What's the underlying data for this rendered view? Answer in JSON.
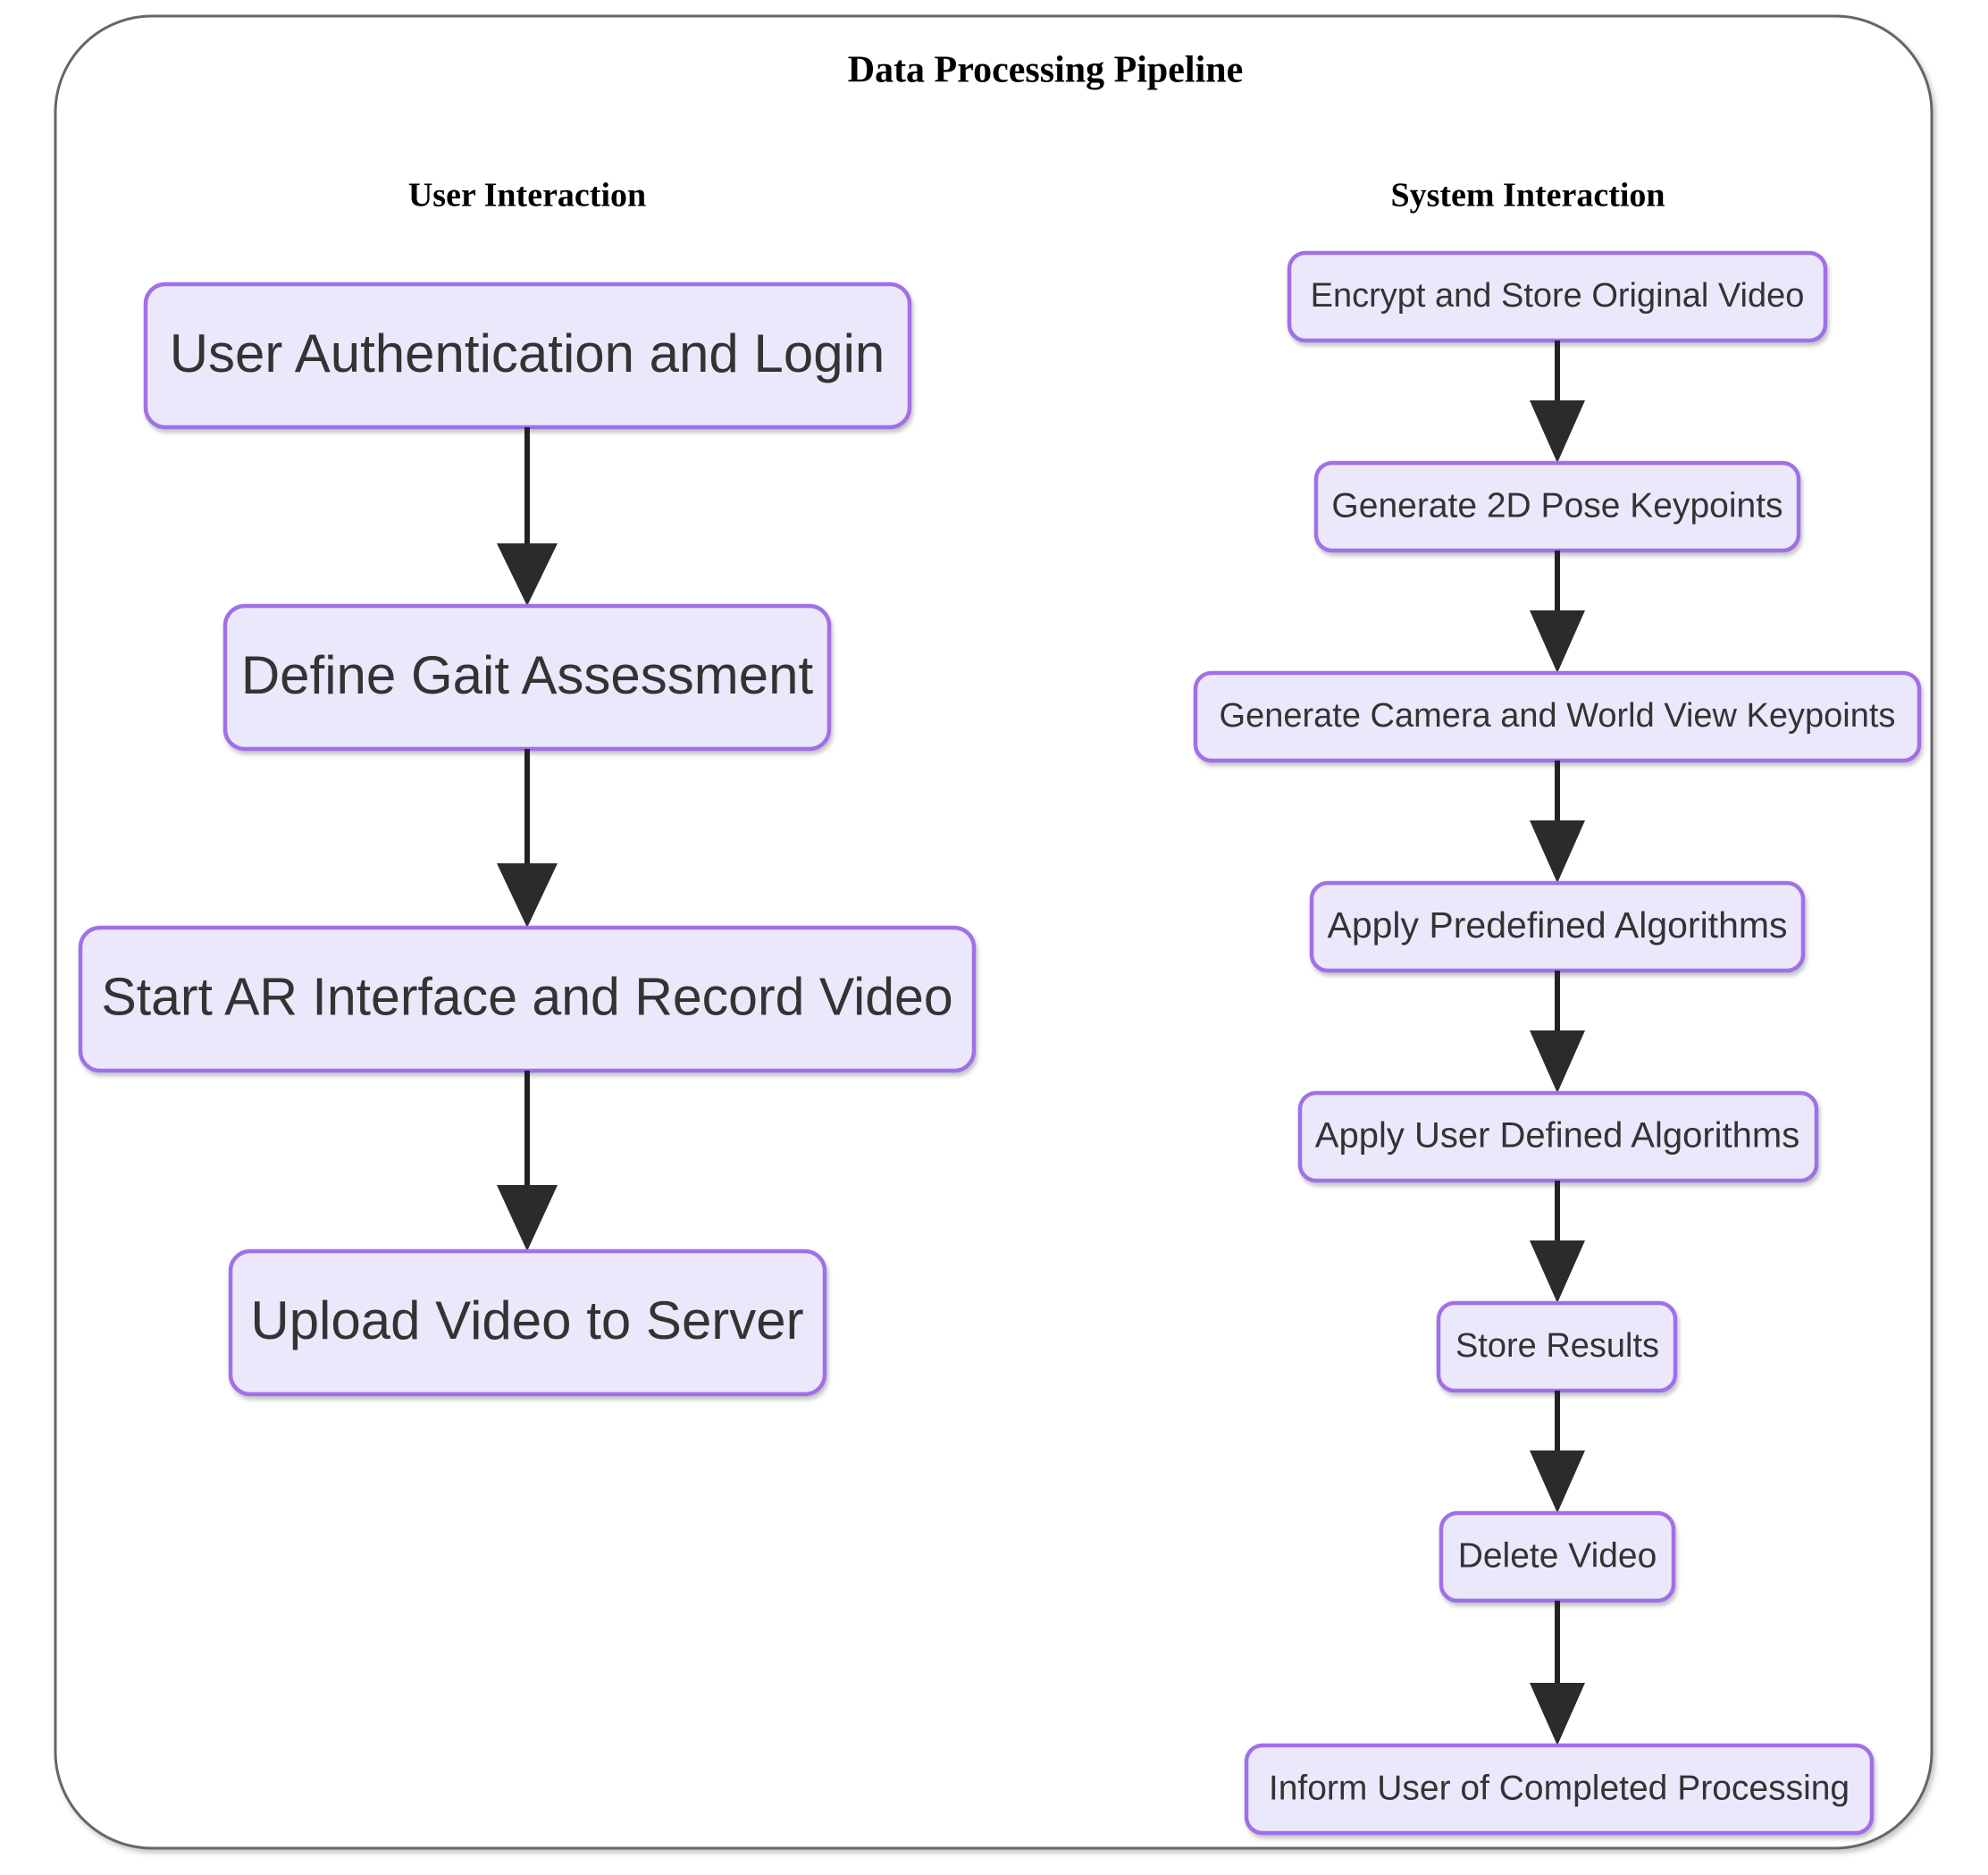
{
  "diagram": {
    "title": "Data Processing Pipeline",
    "type": "flowchart",
    "orientation": "top-down",
    "colors": {
      "node_fill": "#ECE8FC",
      "node_border": "#A06FE8",
      "edge": "#222222",
      "frame_border": "#666666",
      "text": "#333333",
      "title_text": "#000000",
      "background": "#ffffff"
    }
  },
  "lanes": [
    {
      "id": "user-interaction",
      "label": "User Interaction",
      "nodes": [
        {
          "id": "u1",
          "label": "User Authentication and Login"
        },
        {
          "id": "u2",
          "label": "Define Gait Assessment"
        },
        {
          "id": "u3",
          "label": "Start AR Interface and Record Video"
        },
        {
          "id": "u4",
          "label": "Upload Video to Server"
        }
      ],
      "edges": [
        {
          "from": "u1",
          "to": "u2"
        },
        {
          "from": "u2",
          "to": "u3"
        },
        {
          "from": "u3",
          "to": "u4"
        }
      ]
    },
    {
      "id": "system-interaction",
      "label": "System Interaction",
      "nodes": [
        {
          "id": "s1",
          "label": "Encrypt and Store Original Video"
        },
        {
          "id": "s2",
          "label": "Generate 2D Pose Keypoints"
        },
        {
          "id": "s3",
          "label": "Generate Camera and World View Keypoints"
        },
        {
          "id": "s4",
          "label": "Apply Predefined Algorithms"
        },
        {
          "id": "s5",
          "label": "Apply User Defined Algorithms"
        },
        {
          "id": "s6",
          "label": "Store Results"
        },
        {
          "id": "s7",
          "label": "Delete Video"
        },
        {
          "id": "s8",
          "label": "Inform User of Completed Processing"
        }
      ],
      "edges": [
        {
          "from": "s1",
          "to": "s2"
        },
        {
          "from": "s2",
          "to": "s3"
        },
        {
          "from": "s3",
          "to": "s4"
        },
        {
          "from": "s4",
          "to": "s5"
        },
        {
          "from": "s5",
          "to": "s6"
        },
        {
          "from": "s6",
          "to": "s7"
        },
        {
          "from": "s7",
          "to": "s8"
        }
      ]
    }
  ]
}
